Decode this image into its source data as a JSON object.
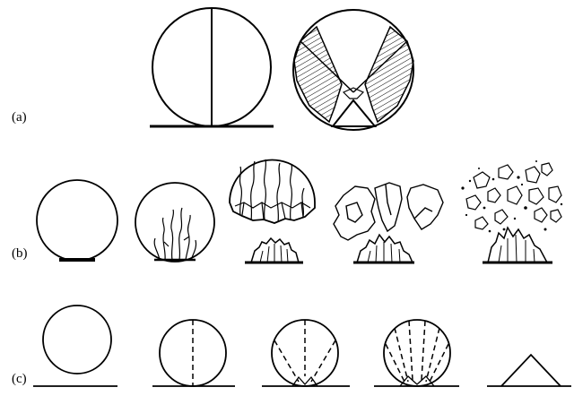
{
  "figure": {
    "labels": {
      "a": "(a)",
      "b": "(b)",
      "c": "(c)"
    },
    "colors": {
      "ink": "#000000",
      "background": "#ffffff"
    },
    "rows": {
      "a": [
        "sphere-with-center-split",
        "sphere-cross-section-with-hatched-fragments-and-core"
      ],
      "b": [
        "intact-sphere",
        "sphere-with-cracks-from-base",
        "sphere-crown-fracturing-above-base-cone",
        "sphere-breaking-into-large-fragments",
        "sphere-disintegrated-into-small-fragments"
      ],
      "c": [
        "intact-sphere",
        "sphere-with-one-dashed-crack",
        "sphere-with-three-dashed-cracks",
        "sphere-with-five-dashed-cracks",
        "residual-cone"
      ]
    }
  }
}
